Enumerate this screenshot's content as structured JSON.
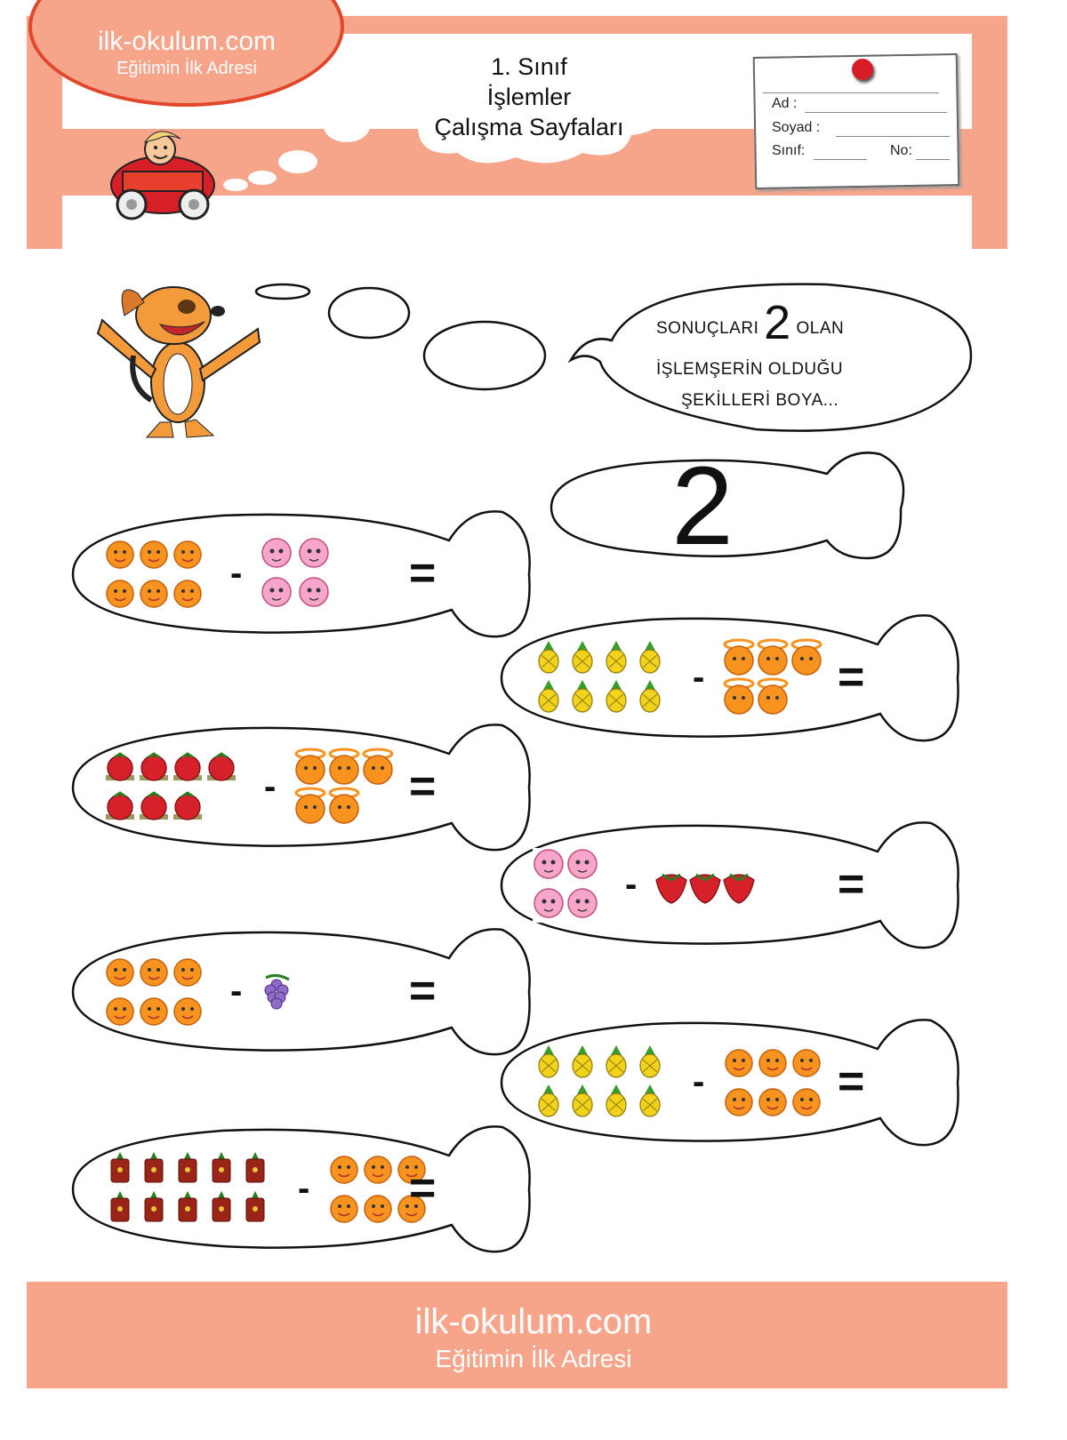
{
  "header": {
    "site": "ilk-okulum.com",
    "tagline": "Eğitimin İlk Adresi",
    "title_lines": [
      "1. Sınıf",
      "İşlemler",
      "Çalışma Sayfaları"
    ]
  },
  "form": {
    "name_label": "Ad :",
    "surname_label": "Soyad :",
    "class_label": "Sınıf:",
    "number_label": "No:"
  },
  "instruction": {
    "before": "SONUÇLARI",
    "number": "2",
    "after": "OLAN",
    "line2": "İŞLEMŞERİN OLDUĞU",
    "line3": "ŞEKİLLERİ BOYA..."
  },
  "target_number": "2",
  "operators": {
    "minus": "-",
    "equals": "="
  },
  "problems": [
    {
      "left": {
        "fruit": "orange",
        "count": 6
      },
      "right": {
        "fruit": "donut",
        "count": 4
      }
    },
    {
      "left": {
        "fruit": "pineapple",
        "count": 8
      },
      "right": {
        "fruit": "orange-slice",
        "count": 5
      }
    },
    {
      "left": {
        "fruit": "tomato",
        "count": 7
      },
      "right": {
        "fruit": "orange-slice",
        "count": 5
      }
    },
    {
      "left": {
        "fruit": "donut",
        "count": 4
      },
      "right": {
        "fruit": "strawberry",
        "count": 3
      }
    },
    {
      "left": {
        "fruit": "orange",
        "count": 6
      },
      "right": {
        "fruit": "grape",
        "count": 1
      }
    },
    {
      "left": {
        "fruit": "pineapple",
        "count": 8
      },
      "right": {
        "fruit": "orange",
        "count": 6
      }
    },
    {
      "left": {
        "fruit": "strawberry-box",
        "count": 10
      },
      "right": {
        "fruit": "orange",
        "count": 6
      }
    }
  ],
  "footer": {
    "site": "ilk-okulum.com",
    "tagline": "Eğitimin İlk Adresi"
  },
  "colors": {
    "frame": "#f6a58b",
    "orange": "#f7931e",
    "pineapple": "#f2d21b",
    "red": "#d6202a"
  }
}
